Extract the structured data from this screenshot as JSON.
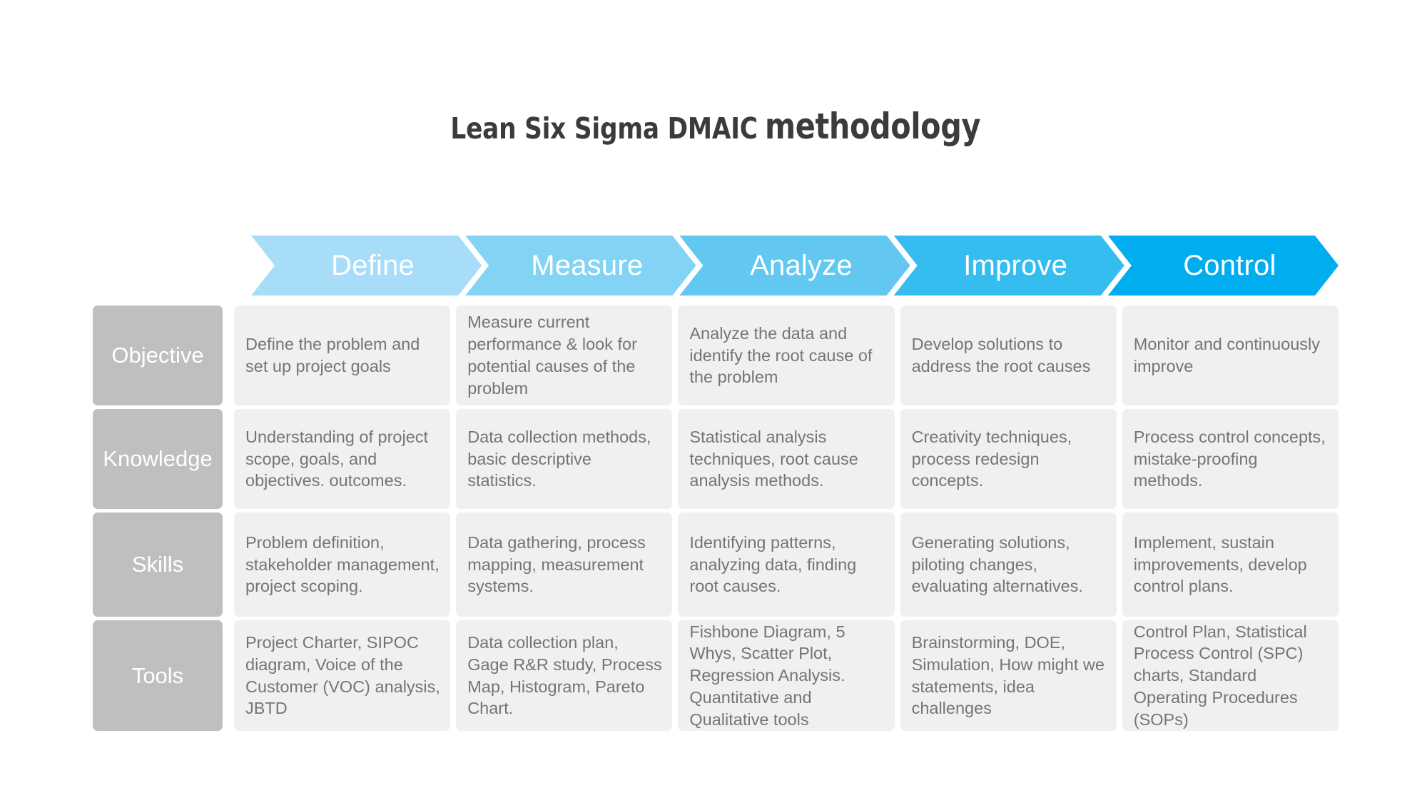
{
  "title": {
    "part1": "Lean Six Sigma DMAIC",
    "part2": "methodology"
  },
  "colors": {
    "phase_define": "#a7ddf8",
    "phase_measure": "#82d3f4",
    "phase_analyze": "#62c8f2",
    "phase_improve": "#35bdf0",
    "phase_control": "#00aeef",
    "row_label_bg": "#bfbfbf",
    "cell_bg": "#f0f0f0",
    "cell_text": "#757575",
    "title_text": "#3b3b3b",
    "page_bg": "#ffffff"
  },
  "phases": [
    {
      "label": "Define",
      "color": "#a7ddf8"
    },
    {
      "label": "Measure",
      "color": "#82d3f4"
    },
    {
      "label": "Analyze",
      "color": "#62c8f2"
    },
    {
      "label": "Improve",
      "color": "#35bdf0"
    },
    {
      "label": "Control",
      "color": "#00aeef"
    }
  ],
  "rows": [
    {
      "label": "Objective",
      "cells": [
        "Define the problem and set up project goals",
        "Measure current performance & look for potential causes of the problem",
        "Analyze the data and identify the root cause of the problem",
        "Develop solutions to address the root causes",
        "Monitor and continuously improve"
      ]
    },
    {
      "label": "Knowledge",
      "cells": [
        "Understanding of project scope, goals, and objectives. outcomes.",
        "Data collection methods, basic descriptive statistics.",
        "Statistical analysis techniques, root cause analysis methods.",
        "Creativity techniques, process redesign concepts.",
        "Process control concepts, mistake-proofing methods."
      ]
    },
    {
      "label": "Skills",
      "cells": [
        "Problem definition, stakeholder management, project scoping.",
        "Data gathering, process mapping, measurement systems.",
        "Identifying patterns, analyzing data, finding root causes.",
        "Generating solutions, piloting changes, evaluating alternatives.",
        "Implement, sustain improvements, develop control plans."
      ]
    },
    {
      "label": "Tools",
      "cells": [
        "Project Charter, SIPOC diagram, Voice of the Customer (VOC) analysis, JBTD",
        "Data collection plan, Gage R&R study, Process Map, Histogram, Pareto Chart.",
        "Fishbone Diagram, 5 Whys, Scatter Plot, Regression Analysis. Quantitative and Qualitative tools",
        "Brainstorming, DOE, Simulation, How might we statements, idea challenges",
        "Control Plan, Statistical Process Control (SPC) charts, Standard Operating Procedures (SOPs)"
      ]
    }
  ]
}
